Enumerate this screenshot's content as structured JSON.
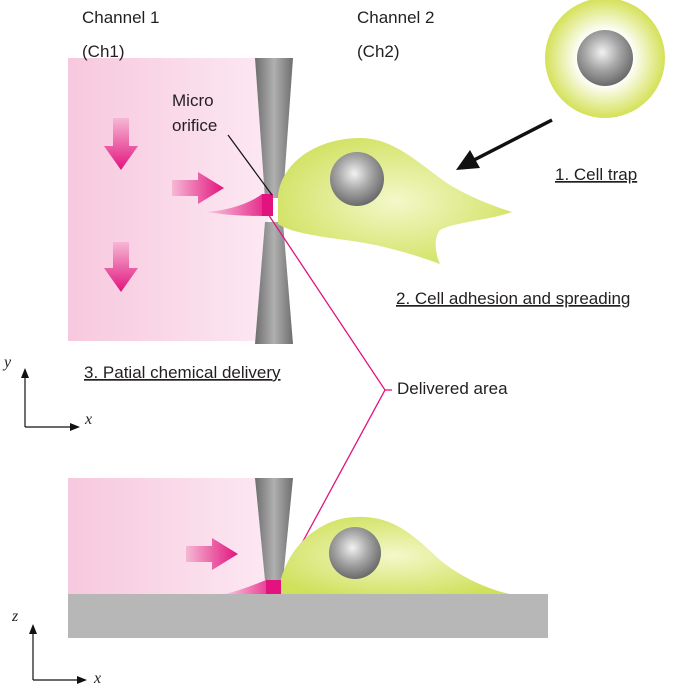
{
  "headers": {
    "channel1": "Channel 1",
    "channel1_abbr": "(Ch1)",
    "channel2": "Channel 2",
    "channel2_abbr": "(Ch2)"
  },
  "labels": {
    "micro_orifice_line1": "Micro",
    "micro_orifice_line2": "orifice",
    "step1": "1. Cell trap",
    "step2": "2. Cell adhesion and spreading",
    "step3": "3. Patial chemical delivery",
    "delivered_area": "Delivered area"
  },
  "axes": {
    "top": {
      "vertical": "y",
      "horizontal": "x"
    },
    "bottom": {
      "vertical": "z",
      "horizontal": "x"
    }
  },
  "colors": {
    "channel1_bg": "#f7cfe3",
    "arrow": "#e2137e",
    "cell": "#d4e157",
    "nucleus": "#9e9e9e",
    "wall": "#8c8c8c",
    "substrate": "#b5b5b5",
    "delivered": "#e2137e"
  }
}
